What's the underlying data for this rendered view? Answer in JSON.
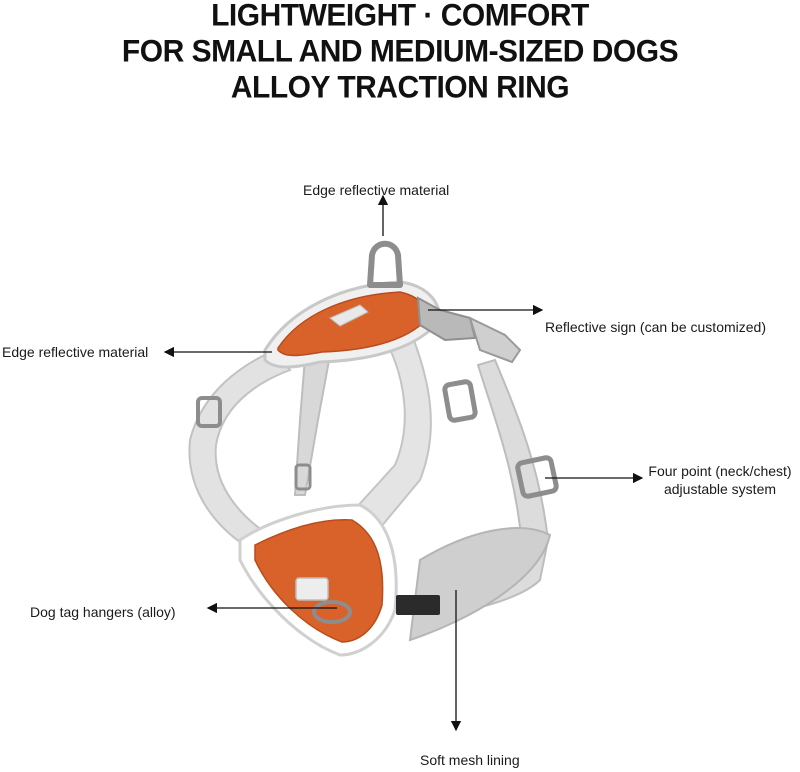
{
  "headline": {
    "line1": "LIGHTWEIGHT · COMFORT",
    "line2": "FOR SMALL AND MEDIUM-SIZED DOGS",
    "line3": "ALLOY TRACTION RING"
  },
  "callouts": {
    "top_edge": "Edge reflective material",
    "reflective_sign": "Reflective sign (can be customized)",
    "left_edge": "Edge reflective material",
    "four_point_line1": "Four point (neck/chest)",
    "four_point_line2": "adjustable system",
    "tag_hangers": "Dog tag hangers (alloy)",
    "mesh_lining": "Soft mesh lining"
  },
  "colors": {
    "orange": "#d9622b",
    "orange_dark": "#b84c1c",
    "strap": "#e3e3e3",
    "strap_shade": "#c9c9c9",
    "metal": "#8d8d8d"
  }
}
